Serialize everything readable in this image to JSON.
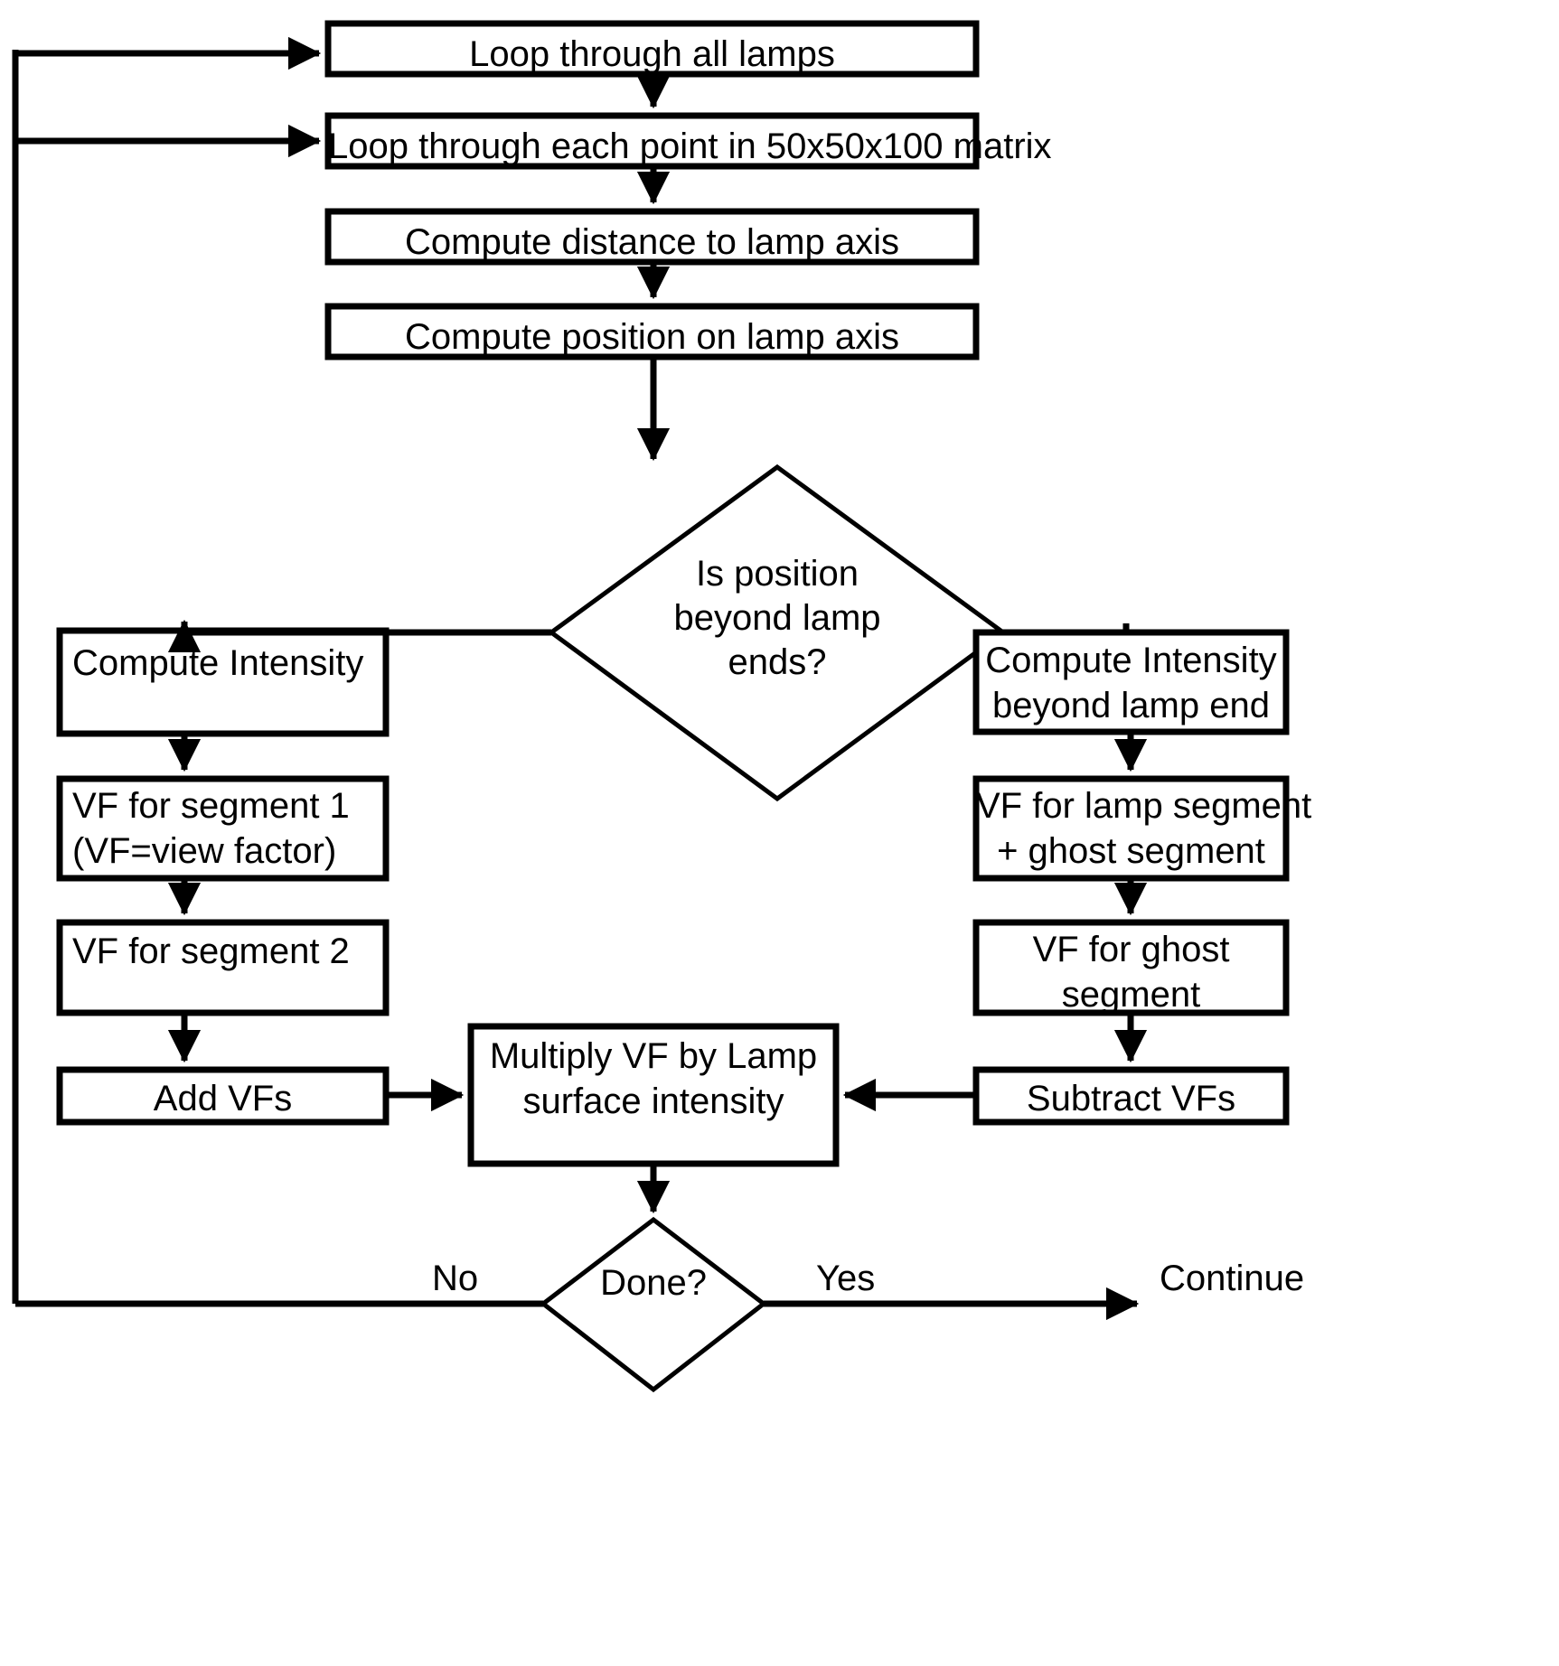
{
  "diagram": {
    "title": "Lamp intensity computation flowchart",
    "type": "flowchart",
    "stroke_color": "#000000",
    "fill_color": "#ffffff",
    "nodes": [
      {
        "id": "loop-lamps",
        "shape": "process",
        "text": "Loop through all lamps"
      },
      {
        "id": "loop-points",
        "shape": "process",
        "text": "Loop through each point in 50x50x100 matrix"
      },
      {
        "id": "compute-distance",
        "shape": "process",
        "text": "Compute distance to lamp axis"
      },
      {
        "id": "compute-position",
        "shape": "process",
        "text": "Compute position on lamp axis"
      },
      {
        "id": "decision-beyond",
        "shape": "decision",
        "line1": "Is position",
        "line2": "beyond lamp",
        "line3": "ends?"
      },
      {
        "id": "compute-intensity",
        "shape": "process",
        "text": "Compute Intensity"
      },
      {
        "id": "vf-segment-1",
        "shape": "process",
        "line1": "VF for segment 1",
        "line2": "(VF=view factor)"
      },
      {
        "id": "vf-segment-2",
        "shape": "process",
        "text": "VF for segment 2"
      },
      {
        "id": "add-vfs",
        "shape": "process",
        "text": "Add VFs"
      },
      {
        "id": "compute-intensity-beyond",
        "shape": "process",
        "line1": "Compute Intensity",
        "line2": "beyond lamp end"
      },
      {
        "id": "vf-lamp-ghost",
        "shape": "process",
        "line1": "VF for lamp segment",
        "line2": "+ ghost segment"
      },
      {
        "id": "vf-ghost",
        "shape": "process",
        "line1": "VF for ghost",
        "line2": "segment"
      },
      {
        "id": "subtract-vfs",
        "shape": "process",
        "text": "Subtract VFs"
      },
      {
        "id": "multiply-vf",
        "shape": "process",
        "line1": "Multiply VF by Lamp",
        "line2": "surface intensity"
      },
      {
        "id": "decision-done",
        "shape": "decision",
        "text": "Done?"
      }
    ],
    "edge_labels": {
      "no": "No",
      "yes": "Yes",
      "continue": "Continue"
    }
  }
}
